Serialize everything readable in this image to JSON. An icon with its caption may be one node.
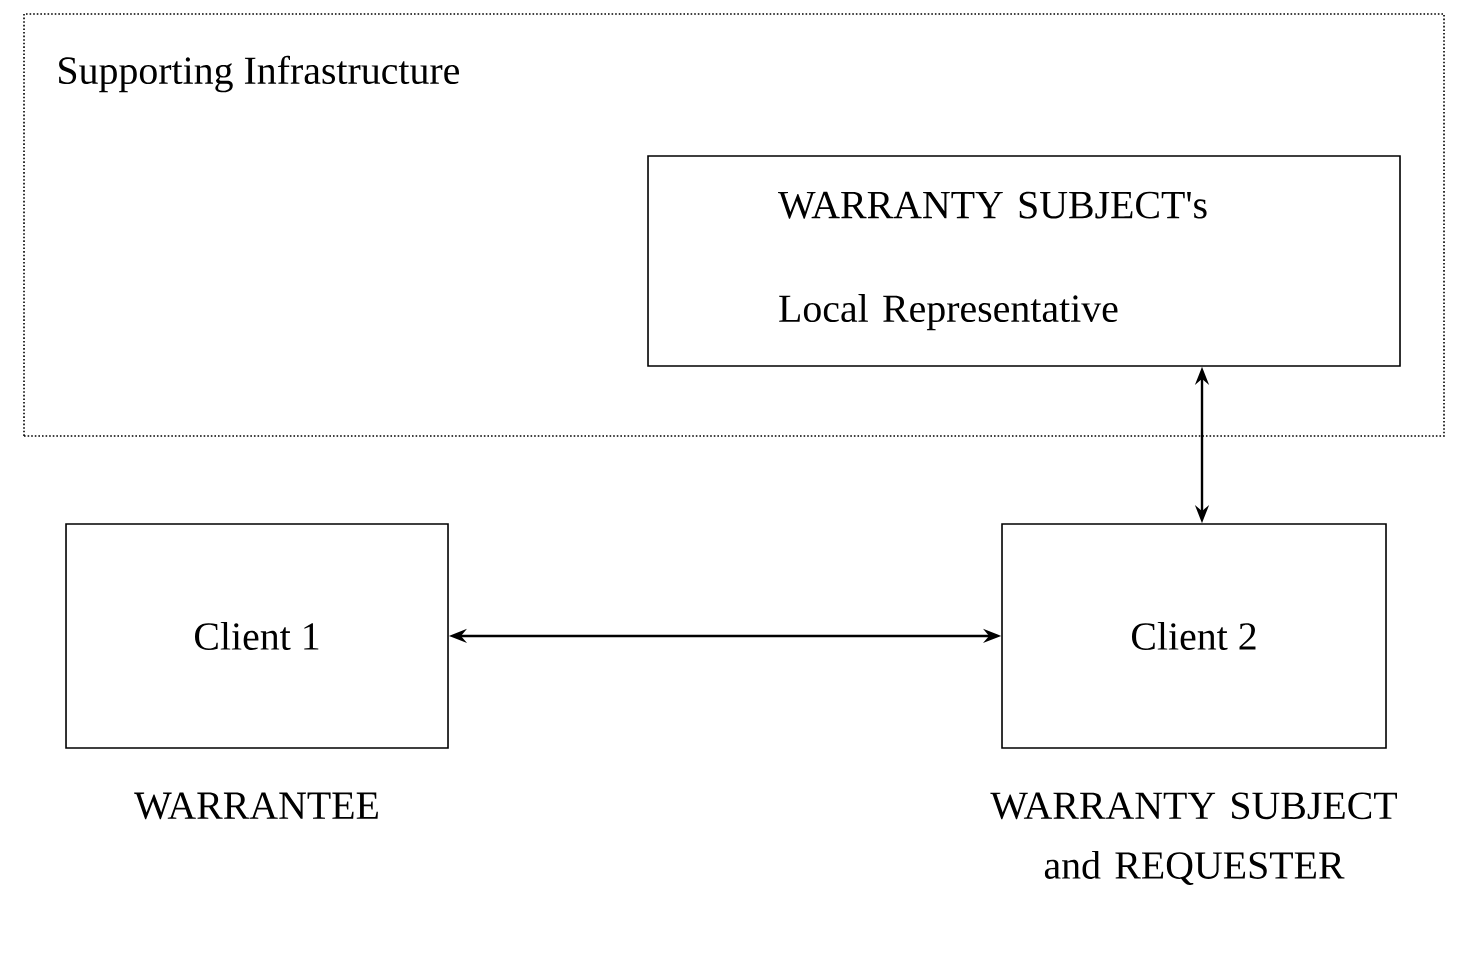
{
  "diagram": {
    "nodes": [
      {
        "text": [
          "Supporting Infrastructure"
        ]
      },
      {
        "text": [
          "WARRANTY SUBJECT's Local Representative"
        ],
        "in": 0
      },
      {
        "text": [
          "Client 1"
        ],
        "beside": [
          "WARRANTEE"
        ]
      },
      {
        "text": [
          "Client 2"
        ],
        "beside": [
          "WARRANTY SUBJECT and REQUESTER"
        ]
      }
    ],
    "edges": [
      {
        "from": 1,
        "to": 3,
        "arrow": "both"
      },
      {
        "from": 2,
        "to": 3,
        "arrow": "both"
      }
    ]
  }
}
